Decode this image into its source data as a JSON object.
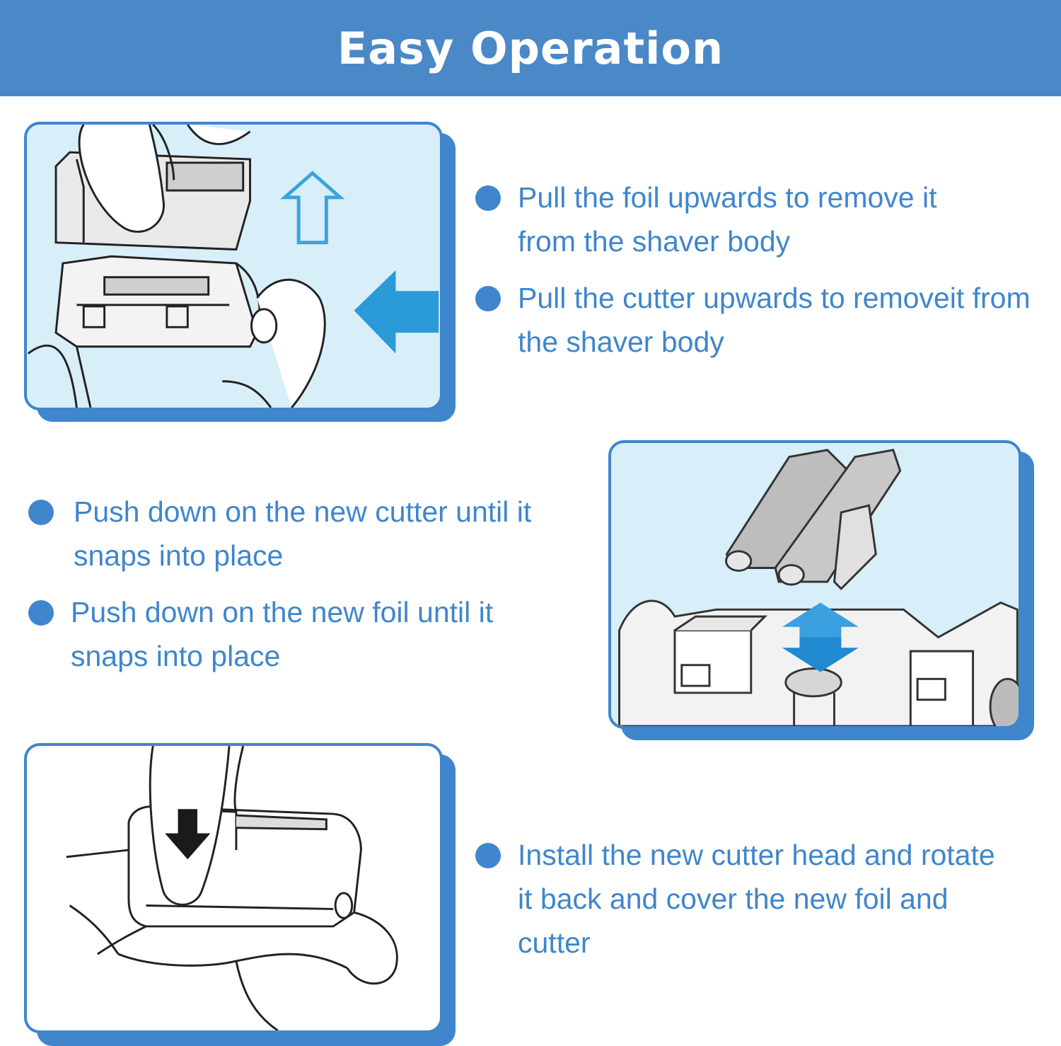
{
  "header": {
    "title": "Easy Operation"
  },
  "sections": [
    {
      "bullets": [
        "Pull the foil upwards to remove it from the shaver body",
        "Pull the cutter upwards to removeit from the shaver body"
      ]
    },
    {
      "bullets": [
        "Push down on the new cutter until it snaps into place",
        "Push down on the new foil until it snaps into place"
      ]
    },
    {
      "bullets": [
        "Install the new cutter head and rotate it back and cover the new foil and cutter"
      ]
    }
  ],
  "colors": {
    "accent": "#3f86cc",
    "header_bg": "#4a88c8",
    "panel_bg": "#d8eef8"
  }
}
